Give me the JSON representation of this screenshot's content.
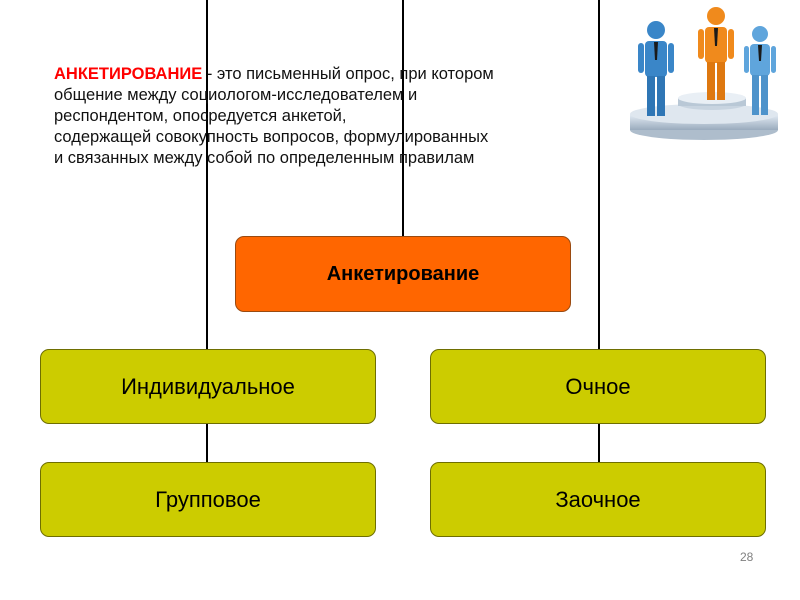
{
  "definition": {
    "term": "АНКЕТИРОВАНИЕ",
    "line1_rest": " - это письменный опрос, при котором",
    "line2": "общение между социологом-исследователем и",
    "line3": "респондентом, опосредуется анкетой,",
    "line4": "содержащей совокупность вопросов, формулированных",
    "line5": "и связанных между собой по определенным правилам",
    "term_color": "#ff0000"
  },
  "diagram": {
    "main": "Анкетирование",
    "individual": "Индивидуальное",
    "group": "Групповое",
    "in_person": "Очное",
    "remote": "Заочное",
    "main_color": "#ff6600",
    "leaf_color": "#cccc00"
  },
  "illustration": {
    "icon": "people-on-podium-icon"
  },
  "page_number": "28"
}
